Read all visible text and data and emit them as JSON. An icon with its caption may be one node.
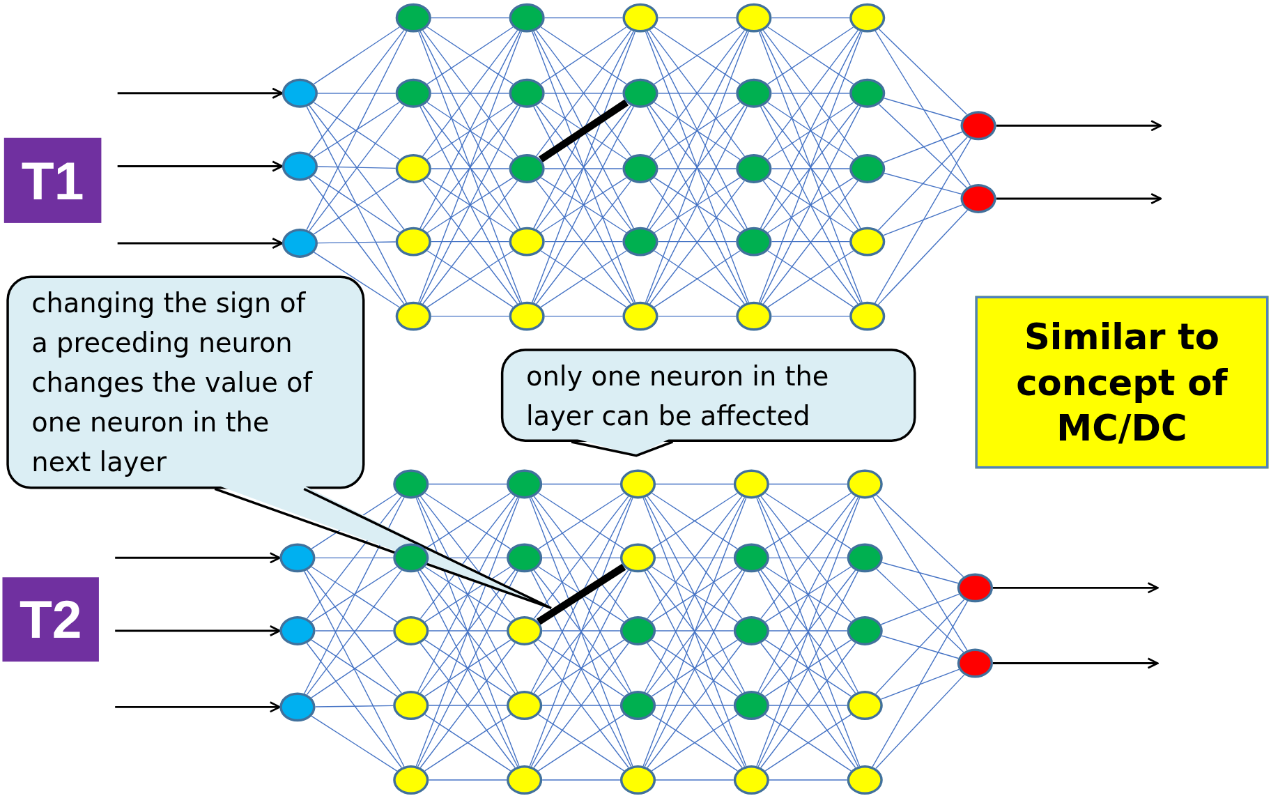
{
  "diagram": {
    "nodes": [
      {
        "text": [
          "T1"
        ]
      },
      {
        "text": [],
        "shape": "circle"
      },
      {
        "text": [],
        "shape": "circle"
      },
      {
        "text": [],
        "shape": "circle"
      },
      {
        "text": [],
        "shape": "circle"
      },
      {
        "text": [],
        "shape": "circle"
      },
      {
        "text": [],
        "shape": "circle"
      },
      {
        "text": [],
        "shape": "circle"
      },
      {
        "text": [],
        "shape": "circle"
      },
      {
        "text": [],
        "shape": "circle"
      },
      {
        "text": [],
        "shape": "circle"
      },
      {
        "text": [],
        "shape": "circle"
      },
      {
        "text": [],
        "shape": "circle"
      },
      {
        "text": [],
        "shape": "circle"
      },
      {
        "text": [],
        "shape": "circle"
      },
      {
        "text": [],
        "shape": "circle"
      },
      {
        "text": [],
        "shape": "circle"
      },
      {
        "text": [],
        "shape": "circle"
      },
      {
        "text": [],
        "shape": "circle"
      },
      {
        "text": [],
        "shape": "circle"
      },
      {
        "text": [],
        "shape": "circle"
      },
      {
        "text": [],
        "shape": "circle"
      },
      {
        "text": [],
        "shape": "circle"
      },
      {
        "text": [],
        "shape": "circle"
      },
      {
        "text": [],
        "shape": "circle"
      },
      {
        "text": [],
        "shape": "circle"
      },
      {
        "text": [],
        "shape": "circle"
      },
      {
        "text": [],
        "shape": "circle"
      },
      {
        "text": [],
        "shape": "circle"
      },
      {
        "text": [],
        "shape": "circle"
      },
      {
        "text": [],
        "shape": "circle"
      },
      {
        "text": [
          "changing the sign of a preceding neuron changes the value of one neuron in the next layer"
        ]
      },
      {
        "text": [
          "only one neuron in the layer can be affected"
        ]
      },
      {
        "text": [
          "Similar to concept of MC/DC"
        ]
      },
      {
        "text": [
          "T2"
        ]
      },
      {
        "text": [],
        "shape": "circle"
      },
      {
        "text": [],
        "shape": "circle"
      },
      {
        "text": [],
        "shape": "circle"
      },
      {
        "text": [],
        "shape": "circle"
      },
      {
        "text": [],
        "shape": "circle"
      },
      {
        "text": [],
        "shape": "circle"
      },
      {
        "text": [],
        "shape": "circle"
      },
      {
        "text": [],
        "shape": "circle"
      },
      {
        "text": [],
        "shape": "circle"
      },
      {
        "text": [],
        "shape": "circle"
      },
      {
        "text": [],
        "shape": "circle"
      },
      {
        "text": [],
        "shape": "circle"
      },
      {
        "text": [],
        "shape": "circle"
      },
      {
        "text": [],
        "shape": "circle"
      },
      {
        "text": [],
        "shape": "circle"
      },
      {
        "text": [],
        "shape": "circle"
      },
      {
        "text": [],
        "shape": "circle"
      },
      {
        "text": [],
        "shape": "circle"
      },
      {
        "text": [],
        "shape": "circle"
      },
      {
        "text": [],
        "shape": "circle"
      },
      {
        "text": [],
        "shape": "circle"
      },
      {
        "text": [],
        "shape": "circle"
      },
      {
        "text": [],
        "shape": "circle"
      },
      {
        "text": [],
        "shape": "circle"
      },
      {
        "text": [],
        "shape": "circle"
      },
      {
        "text": [],
        "shape": "circle"
      },
      {
        "text": [],
        "shape": "circle"
      },
      {
        "text": [],
        "shape": "circle"
      },
      {
        "text": [],
        "shape": "circle"
      },
      {
        "text": [],
        "shape": "circle"
      }
    ],
    "edges": [
      {
        "from": null,
        "to": 1,
        "arrow": "to",
        "color": "#000000"
      },
      {
        "from": null,
        "to": 2,
        "arrow": "to",
        "color": "#000000"
      },
      {
        "from": null,
        "to": 3,
        "arrow": "to",
        "color": "#000000"
      },
      {
        "from": 1,
        "to": 4,
        "arrow": "none"
      },
      {
        "from": 1,
        "to": 5,
        "arrow": "none"
      },
      {
        "from": 1,
        "to": 6,
        "arrow": "none"
      },
      {
        "from": 1,
        "to": 7,
        "arrow": "none"
      },
      {
        "from": 1,
        "to": 8,
        "arrow": "none"
      },
      {
        "from": 2,
        "to": 4,
        "arrow": "none"
      },
      {
        "from": 2,
        "to": 5,
        "arrow": "none"
      },
      {
        "from": 2,
        "to": 6,
        "arrow": "none"
      },
      {
        "from": 2,
        "to": 7,
        "arrow": "none"
      },
      {
        "from": 2,
        "to": 8,
        "arrow": "none"
      },
      {
        "from": 3,
        "to": 4,
        "arrow": "none"
      },
      {
        "from": 3,
        "to": 5,
        "arrow": "none"
      },
      {
        "from": 3,
        "to": 6,
        "arrow": "none"
      },
      {
        "from": 3,
        "to": 7,
        "arrow": "none"
      },
      {
        "from": 3,
        "to": 8,
        "arrow": "none"
      },
      {
        "from": 4,
        "to": 9,
        "arrow": "none"
      },
      {
        "from": 4,
        "to": 10,
        "arrow": "none"
      },
      {
        "from": 4,
        "to": 11,
        "arrow": "none"
      },
      {
        "from": 4,
        "to": 12,
        "arrow": "none"
      },
      {
        "from": 4,
        "to": 13,
        "arrow": "none"
      },
      {
        "from": 5,
        "to": 9,
        "arrow": "none"
      },
      {
        "from": 5,
        "to": 10,
        "arrow": "none"
      },
      {
        "from": 5,
        "to": 11,
        "arrow": "none"
      },
      {
        "from": 5,
        "to": 12,
        "arrow": "none"
      },
      {
        "from": 5,
        "to": 13,
        "arrow": "none"
      },
      {
        "from": 6,
        "to": 9,
        "arrow": "none"
      },
      {
        "from": 6,
        "to": 10,
        "arrow": "none"
      },
      {
        "from": 6,
        "to": 11,
        "arrow": "none"
      },
      {
        "from": 6,
        "to": 12,
        "arrow": "none"
      },
      {
        "from": 6,
        "to": 13,
        "arrow": "none"
      },
      {
        "from": 7,
        "to": 9,
        "arrow": "none"
      },
      {
        "from": 7,
        "to": 10,
        "arrow": "none"
      },
      {
        "from": 7,
        "to": 11,
        "arrow": "none"
      },
      {
        "from": 7,
        "to": 12,
        "arrow": "none"
      },
      {
        "from": 7,
        "to": 13,
        "arrow": "none"
      },
      {
        "from": 8,
        "to": 9,
        "arrow": "none"
      },
      {
        "from": 8,
        "to": 10,
        "arrow": "none"
      },
      {
        "from": 8,
        "to": 11,
        "arrow": "none"
      },
      {
        "from": 8,
        "to": 12,
        "arrow": "none"
      },
      {
        "from": 8,
        "to": 13,
        "arrow": "none"
      },
      {
        "from": 9,
        "to": 14,
        "arrow": "none"
      },
      {
        "from": 9,
        "to": 15,
        "arrow": "none"
      },
      {
        "from": 9,
        "to": 16,
        "arrow": "none"
      },
      {
        "from": 9,
        "to": 17,
        "arrow": "none"
      },
      {
        "from": 9,
        "to": 18,
        "arrow": "none"
      },
      {
        "from": 10,
        "to": 14,
        "arrow": "none"
      },
      {
        "from": 10,
        "to": 15,
        "arrow": "none"
      },
      {
        "from": 10,
        "to": 16,
        "arrow": "none"
      },
      {
        "from": 10,
        "to": 17,
        "arrow": "none"
      },
      {
        "from": 10,
        "to": 18,
        "arrow": "none"
      },
      {
        "from": 11,
        "to": 14,
        "arrow": "none"
      },
      {
        "from": 11,
        "to": 15,
        "arrow": "none",
        "style": "thick",
        "color": "#000000"
      },
      {
        "from": 11,
        "to": 16,
        "arrow": "none"
      },
      {
        "from": 11,
        "to": 17,
        "arrow": "none"
      },
      {
        "from": 11,
        "to": 18,
        "arrow": "none"
      },
      {
        "from": 12,
        "to": 14,
        "arrow": "none"
      },
      {
        "from": 12,
        "to": 15,
        "arrow": "none"
      },
      {
        "from": 12,
        "to": 16,
        "arrow": "none"
      },
      {
        "from": 12,
        "to": 17,
        "arrow": "none"
      },
      {
        "from": 12,
        "to": 18,
        "arrow": "none"
      },
      {
        "from": 13,
        "to": 14,
        "arrow": "none"
      },
      {
        "from": 13,
        "to": 15,
        "arrow": "none"
      },
      {
        "from": 13,
        "to": 16,
        "arrow": "none"
      },
      {
        "from": 13,
        "to": 17,
        "arrow": "none"
      },
      {
        "from": 13,
        "to": 18,
        "arrow": "none"
      },
      {
        "from": 14,
        "to": 19,
        "arrow": "none"
      },
      {
        "from": 14,
        "to": 20,
        "arrow": "none"
      },
      {
        "from": 14,
        "to": 21,
        "arrow": "none"
      },
      {
        "from": 14,
        "to": 22,
        "arrow": "none"
      },
      {
        "from": 14,
        "to": 23,
        "arrow": "none"
      },
      {
        "from": 15,
        "to": 19,
        "arrow": "none"
      },
      {
        "from": 15,
        "to": 20,
        "arrow": "none"
      },
      {
        "from": 15,
        "to": 21,
        "arrow": "none"
      },
      {
        "from": 15,
        "to": 22,
        "arrow": "none"
      },
      {
        "from": 15,
        "to": 23,
        "arrow": "none"
      },
      {
        "from": 16,
        "to": 19,
        "arrow": "none"
      },
      {
        "from": 16,
        "to": 20,
        "arrow": "none"
      },
      {
        "from": 16,
        "to": 21,
        "arrow": "none"
      },
      {
        "from": 16,
        "to": 22,
        "arrow": "none"
      },
      {
        "from": 16,
        "to": 23,
        "arrow": "none"
      },
      {
        "from": 17,
        "to": 19,
        "arrow": "none"
      },
      {
        "from": 17,
        "to": 20,
        "arrow": "none"
      },
      {
        "from": 17,
        "to": 21,
        "arrow": "none"
      },
      {
        "from": 17,
        "to": 22,
        "arrow": "none"
      },
      {
        "from": 17,
        "to": 23,
        "arrow": "none"
      },
      {
        "from": 18,
        "to": 19,
        "arrow": "none"
      },
      {
        "from": 18,
        "to": 20,
        "arrow": "none"
      },
      {
        "from": 18,
        "to": 21,
        "arrow": "none"
      },
      {
        "from": 18,
        "to": 22,
        "arrow": "none"
      },
      {
        "from": 18,
        "to": 23,
        "arrow": "none"
      },
      {
        "from": 19,
        "to": 24,
        "arrow": "none"
      },
      {
        "from": 19,
        "to": 25,
        "arrow": "none"
      },
      {
        "from": 19,
        "to": 26,
        "arrow": "none"
      },
      {
        "from": 19,
        "to": 27,
        "arrow": "none"
      },
      {
        "from": 19,
        "to": 28,
        "arrow": "none"
      },
      {
        "from": 20,
        "to": 24,
        "arrow": "none"
      },
      {
        "from": 20,
        "to": 25,
        "arrow": "none"
      },
      {
        "from": 20,
        "to": 26,
        "arrow": "none"
      },
      {
        "from": 20,
        "to": 27,
        "arrow": "none"
      },
      {
        "from": 20,
        "to": 28,
        "arrow": "none"
      },
      {
        "from": 21,
        "to": 24,
        "arrow": "none"
      },
      {
        "from": 21,
        "to": 25,
        "arrow": "none"
      },
      {
        "from": 21,
        "to": 26,
        "arrow": "none"
      },
      {
        "from": 21,
        "to": 27,
        "arrow": "none"
      },
      {
        "from": 21,
        "to": 28,
        "arrow": "none"
      },
      {
        "from": 22,
        "to": 24,
        "arrow": "none"
      },
      {
        "from": 22,
        "to": 25,
        "arrow": "none"
      },
      {
        "from": 22,
        "to": 26,
        "arrow": "none"
      },
      {
        "from": 22,
        "to": 27,
        "arrow": "none"
      },
      {
        "from": 22,
        "to": 28,
        "arrow": "none"
      },
      {
        "from": 23,
        "to": 24,
        "arrow": "none"
      },
      {
        "from": 23,
        "to": 25,
        "arrow": "none"
      },
      {
        "from": 23,
        "to": 26,
        "arrow": "none"
      },
      {
        "from": 23,
        "to": 27,
        "arrow": "none"
      },
      {
        "from": 23,
        "to": 28,
        "arrow": "none"
      },
      {
        "from": 24,
        "to": 29,
        "arrow": "none"
      },
      {
        "from": 24,
        "to": 30,
        "arrow": "none"
      },
      {
        "from": 25,
        "to": 29,
        "arrow": "none"
      },
      {
        "from": 25,
        "to": 30,
        "arrow": "none"
      },
      {
        "from": 26,
        "to": 29,
        "arrow": "none"
      },
      {
        "from": 26,
        "to": 30,
        "arrow": "none"
      },
      {
        "from": 27,
        "to": 29,
        "arrow": "none"
      },
      {
        "from": 27,
        "to": 30,
        "arrow": "none"
      },
      {
        "from": 28,
        "to": 29,
        "arrow": "none"
      },
      {
        "from": 28,
        "to": 30,
        "arrow": "none"
      },
      {
        "from": 29,
        "to": null,
        "arrow": "to",
        "color": "#000000"
      },
      {
        "from": 30,
        "to": null,
        "arrow": "to",
        "color": "#000000"
      },
      {
        "from": null,
        "to": 35,
        "arrow": "to",
        "color": "#000000"
      },
      {
        "from": null,
        "to": 36,
        "arrow": "to",
        "color": "#000000"
      },
      {
        "from": null,
        "to": 37,
        "arrow": "to",
        "color": "#000000"
      },
      {
        "from": 35,
        "to": 38,
        "arrow": "none"
      },
      {
        "from": 35,
        "to": 39,
        "arrow": "none"
      },
      {
        "from": 35,
        "to": 40,
        "arrow": "none"
      },
      {
        "from": 35,
        "to": 41,
        "arrow": "none"
      },
      {
        "from": 35,
        "to": 42,
        "arrow": "none"
      },
      {
        "from": 36,
        "to": 38,
        "arrow": "none"
      },
      {
        "from": 36,
        "to": 39,
        "arrow": "none"
      },
      {
        "from": 36,
        "to": 40,
        "arrow": "none"
      },
      {
        "from": 36,
        "to": 41,
        "arrow": "none"
      },
      {
        "from": 36,
        "to": 42,
        "arrow": "none"
      },
      {
        "from": 37,
        "to": 38,
        "arrow": "none"
      },
      {
        "from": 37,
        "to": 39,
        "arrow": "none"
      },
      {
        "from": 37,
        "to": 40,
        "arrow": "none"
      },
      {
        "from": 37,
        "to": 41,
        "arrow": "none"
      },
      {
        "from": 37,
        "to": 42,
        "arrow": "none"
      },
      {
        "from": 38,
        "to": 43,
        "arrow": "none"
      },
      {
        "from": 38,
        "to": 44,
        "arrow": "none"
      },
      {
        "from": 38,
        "to": 45,
        "arrow": "none"
      },
      {
        "from": 38,
        "to": 46,
        "arrow": "none"
      },
      {
        "from": 38,
        "to": 47,
        "arrow": "none"
      },
      {
        "from": 39,
        "to": 43,
        "arrow": "none"
      },
      {
        "from": 39,
        "to": 44,
        "arrow": "none"
      },
      {
        "from": 39,
        "to": 45,
        "arrow": "none"
      },
      {
        "from": 39,
        "to": 46,
        "arrow": "none"
      },
      {
        "from": 39,
        "to": 47,
        "arrow": "none"
      },
      {
        "from": 40,
        "to": 43,
        "arrow": "none"
      },
      {
        "from": 40,
        "to": 44,
        "arrow": "none"
      },
      {
        "from": 40,
        "to": 45,
        "arrow": "none"
      },
      {
        "from": 40,
        "to": 46,
        "arrow": "none"
      },
      {
        "from": 40,
        "to": 47,
        "arrow": "none"
      },
      {
        "from": 41,
        "to": 43,
        "arrow": "none"
      },
      {
        "from": 41,
        "to": 44,
        "arrow": "none"
      },
      {
        "from": 41,
        "to": 45,
        "arrow": "none"
      },
      {
        "from": 41,
        "to": 46,
        "arrow": "none"
      },
      {
        "from": 41,
        "to": 47,
        "arrow": "none"
      },
      {
        "from": 42,
        "to": 43,
        "arrow": "none"
      },
      {
        "from": 42,
        "to": 44,
        "arrow": "none"
      },
      {
        "from": 42,
        "to": 45,
        "arrow": "none"
      },
      {
        "from": 42,
        "to": 46,
        "arrow": "none"
      },
      {
        "from": 42,
        "to": 47,
        "arrow": "none"
      },
      {
        "from": 43,
        "to": 48,
        "arrow": "none"
      },
      {
        "from": 43,
        "to": 49,
        "arrow": "none"
      },
      {
        "from": 43,
        "to": 50,
        "arrow": "none"
      },
      {
        "from": 43,
        "to": 51,
        "arrow": "none"
      },
      {
        "from": 43,
        "to": 52,
        "arrow": "none"
      },
      {
        "from": 44,
        "to": 48,
        "arrow": "none"
      },
      {
        "from": 44,
        "to": 49,
        "arrow": "none"
      },
      {
        "from": 44,
        "to": 50,
        "arrow": "none"
      },
      {
        "from": 44,
        "to": 51,
        "arrow": "none"
      },
      {
        "from": 44,
        "to": 52,
        "arrow": "none"
      },
      {
        "from": 45,
        "to": 48,
        "arrow": "none"
      },
      {
        "from": 45,
        "to": 49,
        "arrow": "none",
        "style": "thick",
        "color": "#000000"
      },
      {
        "from": 45,
        "to": 50,
        "arrow": "none"
      },
      {
        "from": 45,
        "to": 51,
        "arrow": "none"
      },
      {
        "from": 45,
        "to": 52,
        "arrow": "none"
      },
      {
        "from": 46,
        "to": 48,
        "arrow": "none"
      },
      {
        "from": 46,
        "to": 49,
        "arrow": "none"
      },
      {
        "from": 46,
        "to": 50,
        "arrow": "none"
      },
      {
        "from": 46,
        "to": 51,
        "arrow": "none"
      },
      {
        "from": 46,
        "to": 52,
        "arrow": "none"
      },
      {
        "from": 47,
        "to": 48,
        "arrow": "none"
      },
      {
        "from": 47,
        "to": 49,
        "arrow": "none"
      },
      {
        "from": 47,
        "to": 50,
        "arrow": "none"
      },
      {
        "from": 47,
        "to": 51,
        "arrow": "none"
      },
      {
        "from": 47,
        "to": 52,
        "arrow": "none"
      },
      {
        "from": 48,
        "to": 53,
        "arrow": "none"
      },
      {
        "from": 48,
        "to": 54,
        "arrow": "none"
      },
      {
        "from": 48,
        "to": 55,
        "arrow": "none"
      },
      {
        "from": 48,
        "to": 56,
        "arrow": "none"
      },
      {
        "from": 48,
        "to": 57,
        "arrow": "none"
      },
      {
        "from": 49,
        "to": 53,
        "arrow": "none"
      },
      {
        "from": 49,
        "to": 54,
        "arrow": "none"
      },
      {
        "from": 49,
        "to": 55,
        "arrow": "none"
      },
      {
        "from": 49,
        "to": 56,
        "arrow": "none"
      },
      {
        "from": 49,
        "to": 57,
        "arrow": "none"
      },
      {
        "from": 50,
        "to": 53,
        "arrow": "none"
      },
      {
        "from": 50,
        "to": 54,
        "arrow": "none"
      },
      {
        "from": 50,
        "to": 55,
        "arrow": "none"
      },
      {
        "from": 50,
        "to": 56,
        "arrow": "none"
      },
      {
        "from": 50,
        "to": 57,
        "arrow": "none"
      },
      {
        "from": 51,
        "to": 53,
        "arrow": "none"
      },
      {
        "from": 51,
        "to": 54,
        "arrow": "none"
      },
      {
        "from": 51,
        "to": 55,
        "arrow": "none"
      },
      {
        "from": 51,
        "to": 56,
        "arrow": "none"
      },
      {
        "from": 51,
        "to": 57,
        "arrow": "none"
      },
      {
        "from": 52,
        "to": 53,
        "arrow": "none"
      },
      {
        "from": 52,
        "to": 54,
        "arrow": "none"
      },
      {
        "from": 52,
        "to": 55,
        "arrow": "none"
      },
      {
        "from": 52,
        "to": 56,
        "arrow": "none"
      },
      {
        "from": 52,
        "to": 57,
        "arrow": "none"
      },
      {
        "from": 53,
        "to": 58,
        "arrow": "none"
      },
      {
        "from": 53,
        "to": 59,
        "arrow": "none"
      },
      {
        "from": 53,
        "to": 60,
        "arrow": "none"
      },
      {
        "from": 53,
        "to": 61,
        "arrow": "none"
      },
      {
        "from": 53,
        "to": 62,
        "arrow": "none"
      },
      {
        "from": 54,
        "to": 58,
        "arrow": "none"
      },
      {
        "from": 54,
        "to": 59,
        "arrow": "none"
      },
      {
        "from": 54,
        "to": 60,
        "arrow": "none"
      },
      {
        "from": 54,
        "to": 61,
        "arrow": "none"
      },
      {
        "from": 54,
        "to": 62,
        "arrow": "none"
      },
      {
        "from": 55,
        "to": 58,
        "arrow": "none"
      },
      {
        "from": 55,
        "to": 59,
        "arrow": "none"
      },
      {
        "from": 55,
        "to": 60,
        "arrow": "none"
      },
      {
        "from": 55,
        "to": 61,
        "arrow": "none"
      },
      {
        "from": 55,
        "to": 62,
        "arrow": "none"
      },
      {
        "from": 56,
        "to": 58,
        "arrow": "none"
      },
      {
        "from": 56,
        "to": 59,
        "arrow": "none"
      },
      {
        "from": 56,
        "to": 60,
        "arrow": "none"
      },
      {
        "from": 56,
        "to": 61,
        "arrow": "none"
      },
      {
        "from": 56,
        "to": 62,
        "arrow": "none"
      },
      {
        "from": 57,
        "to": 58,
        "arrow": "none"
      },
      {
        "from": 57,
        "to": 59,
        "arrow": "none"
      },
      {
        "from": 57,
        "to": 60,
        "arrow": "none"
      },
      {
        "from": 57,
        "to": 61,
        "arrow": "none"
      },
      {
        "from": 57,
        "to": 62,
        "arrow": "none"
      },
      {
        "from": 58,
        "to": 63,
        "arrow": "none"
      },
      {
        "from": 58,
        "to": 64,
        "arrow": "none"
      },
      {
        "from": 59,
        "to": 63,
        "arrow": "none"
      },
      {
        "from": 59,
        "to": 64,
        "arrow": "none"
      },
      {
        "from": 60,
        "to": 63,
        "arrow": "none"
      },
      {
        "from": 60,
        "to": 64,
        "arrow": "none"
      },
      {
        "from": 61,
        "to": 63,
        "arrow": "none"
      },
      {
        "from": 61,
        "to": 64,
        "arrow": "none"
      },
      {
        "from": 62,
        "to": 63,
        "arrow": "none"
      },
      {
        "from": 62,
        "to": 64,
        "arrow": "none"
      },
      {
        "from": 63,
        "to": null,
        "arrow": "to",
        "color": "#000000"
      },
      {
        "from": 64,
        "to": null,
        "arrow": "to",
        "color": "#000000"
      }
    ]
  }
}
